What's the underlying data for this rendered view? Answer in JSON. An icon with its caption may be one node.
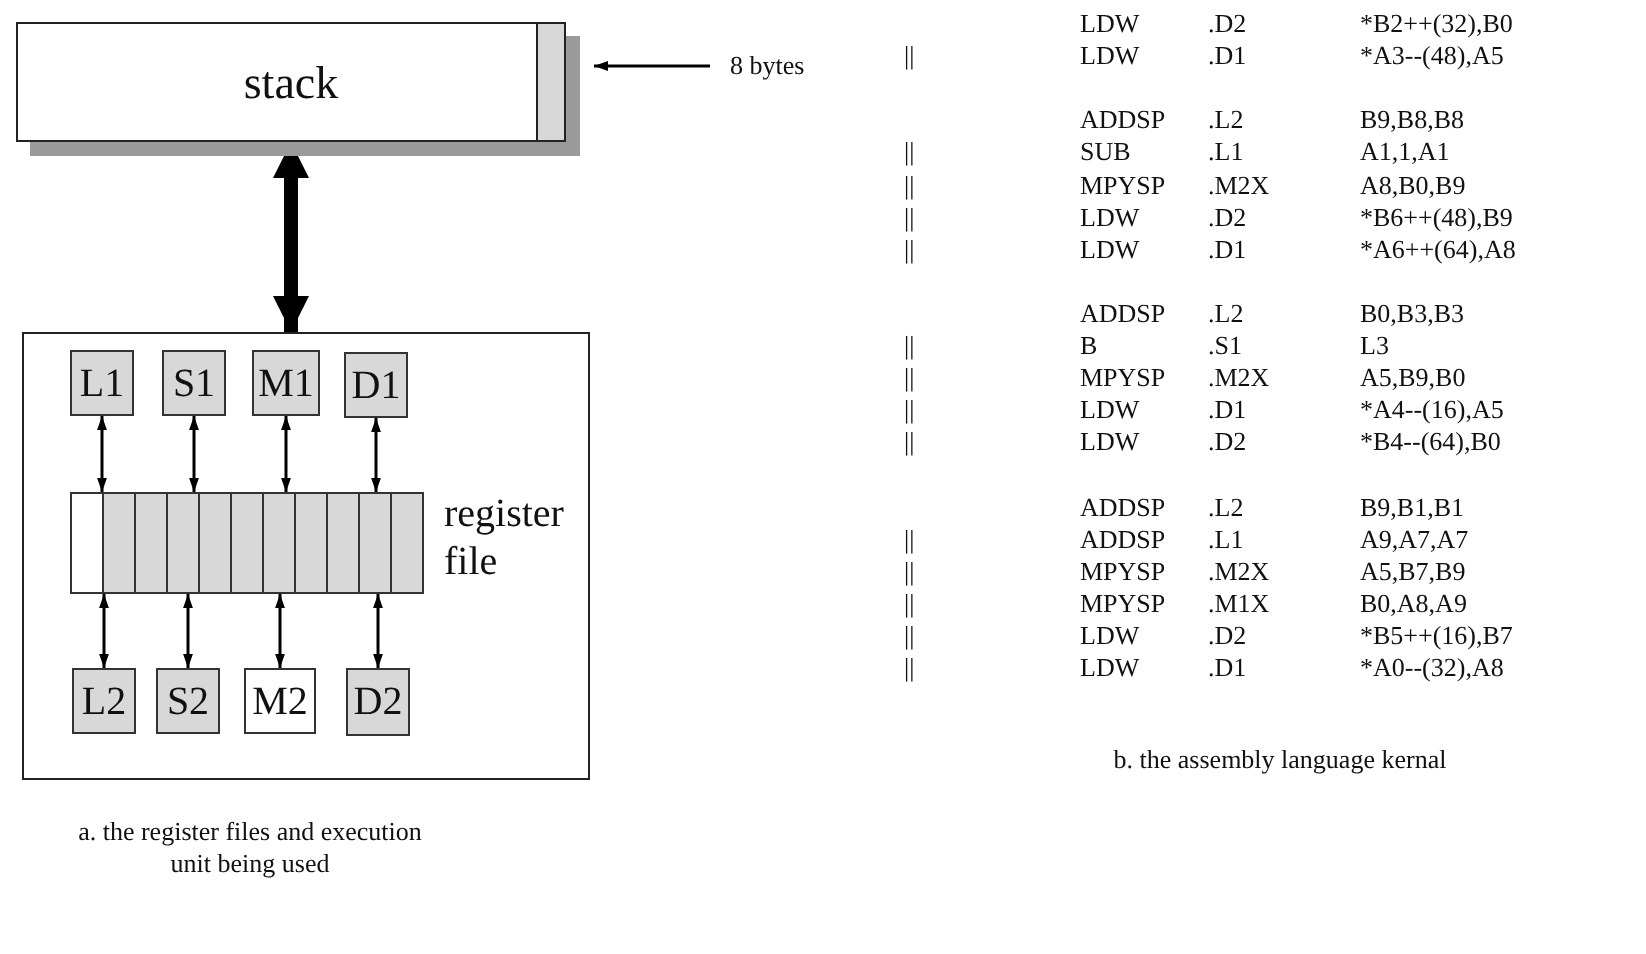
{
  "diagram": {
    "nodes": [
      {
        "text": [
          "stack"
        ]
      },
      {
        "text": [
          "8 bytes"
        ]
      },
      {
        "text": [],
        "shape": "box",
        "beside": [
          "a. the register files and execution unit being used"
        ]
      },
      {
        "text": [
          "L1"
        ],
        "in": 2
      },
      {
        "text": [
          "S1"
        ],
        "in": 2
      },
      {
        "text": [
          "M1"
        ],
        "in": 2
      },
      {
        "text": [
          "D1"
        ],
        "in": 2
      },
      {
        "text": [
          "register file"
        ],
        "in": 2
      },
      {
        "text": [
          "L2"
        ],
        "in": 2
      },
      {
        "text": [
          "S2"
        ],
        "in": 2
      },
      {
        "text": [
          "M2"
        ],
        "in": 2
      },
      {
        "text": [
          "D2"
        ],
        "in": 2
      }
    ],
    "edges": [
      {
        "from": 1,
        "to": 0,
        "arrow": "to"
      },
      {
        "from": 0,
        "to": 2,
        "arrow": "both",
        "style": "thick"
      },
      {
        "from": 3,
        "to": 7,
        "arrow": "both"
      },
      {
        "from": 4,
        "to": 7,
        "arrow": "both"
      },
      {
        "from": 5,
        "to": 7,
        "arrow": "both"
      },
      {
        "from": 6,
        "to": 7,
        "arrow": "both"
      },
      {
        "from": 7,
        "to": 8,
        "arrow": "both"
      },
      {
        "from": 7,
        "to": 9,
        "arrow": "both"
      },
      {
        "from": 7,
        "to": 10,
        "arrow": "both"
      },
      {
        "from": 7,
        "to": 11,
        "arrow": "both"
      }
    ],
    "labels": [
      "LDW",
      ".D2",
      "*B2++(32),B0",
      "||",
      "LDW",
      ".D1",
      "*A3--(48),A5",
      "ADDSP",
      ".L2",
      "B9,B8,B8",
      "||",
      "SUB",
      ".L1",
      "A1,1,A1",
      "||",
      "MPYSP",
      ".M2X",
      "A8,B0,B9",
      "||",
      "LDW",
      ".D2",
      "*B6++(48),B9",
      "||",
      "LDW",
      ".D1",
      "*A6++(64),A8",
      "ADDSP",
      ".L2",
      "B0,B3,B3",
      "||",
      "B",
      ".S1",
      "L3",
      "||",
      "MPYSP",
      ".M2X",
      "A5,B9,B0",
      "||",
      "LDW",
      ".D1",
      "*A4--(16),A5",
      "||",
      "LDW",
      ".D2",
      "*B4--(64),B0",
      "ADDSP",
      ".L2",
      "B9,B1,B1",
      "||",
      "ADDSP",
      ".L1",
      "A9,A7,A7",
      "||",
      "MPYSP",
      ".M2X",
      "A5,B7,B9",
      "||",
      "MPYSP",
      ".M1X",
      "B0,A8,A9",
      "||",
      "LDW",
      ".D2",
      "*B5++(16),B7",
      "||",
      "LDW",
      ".D1",
      "*A0--(32),A8",
      "b. the assembly language kernal"
    ]
  }
}
